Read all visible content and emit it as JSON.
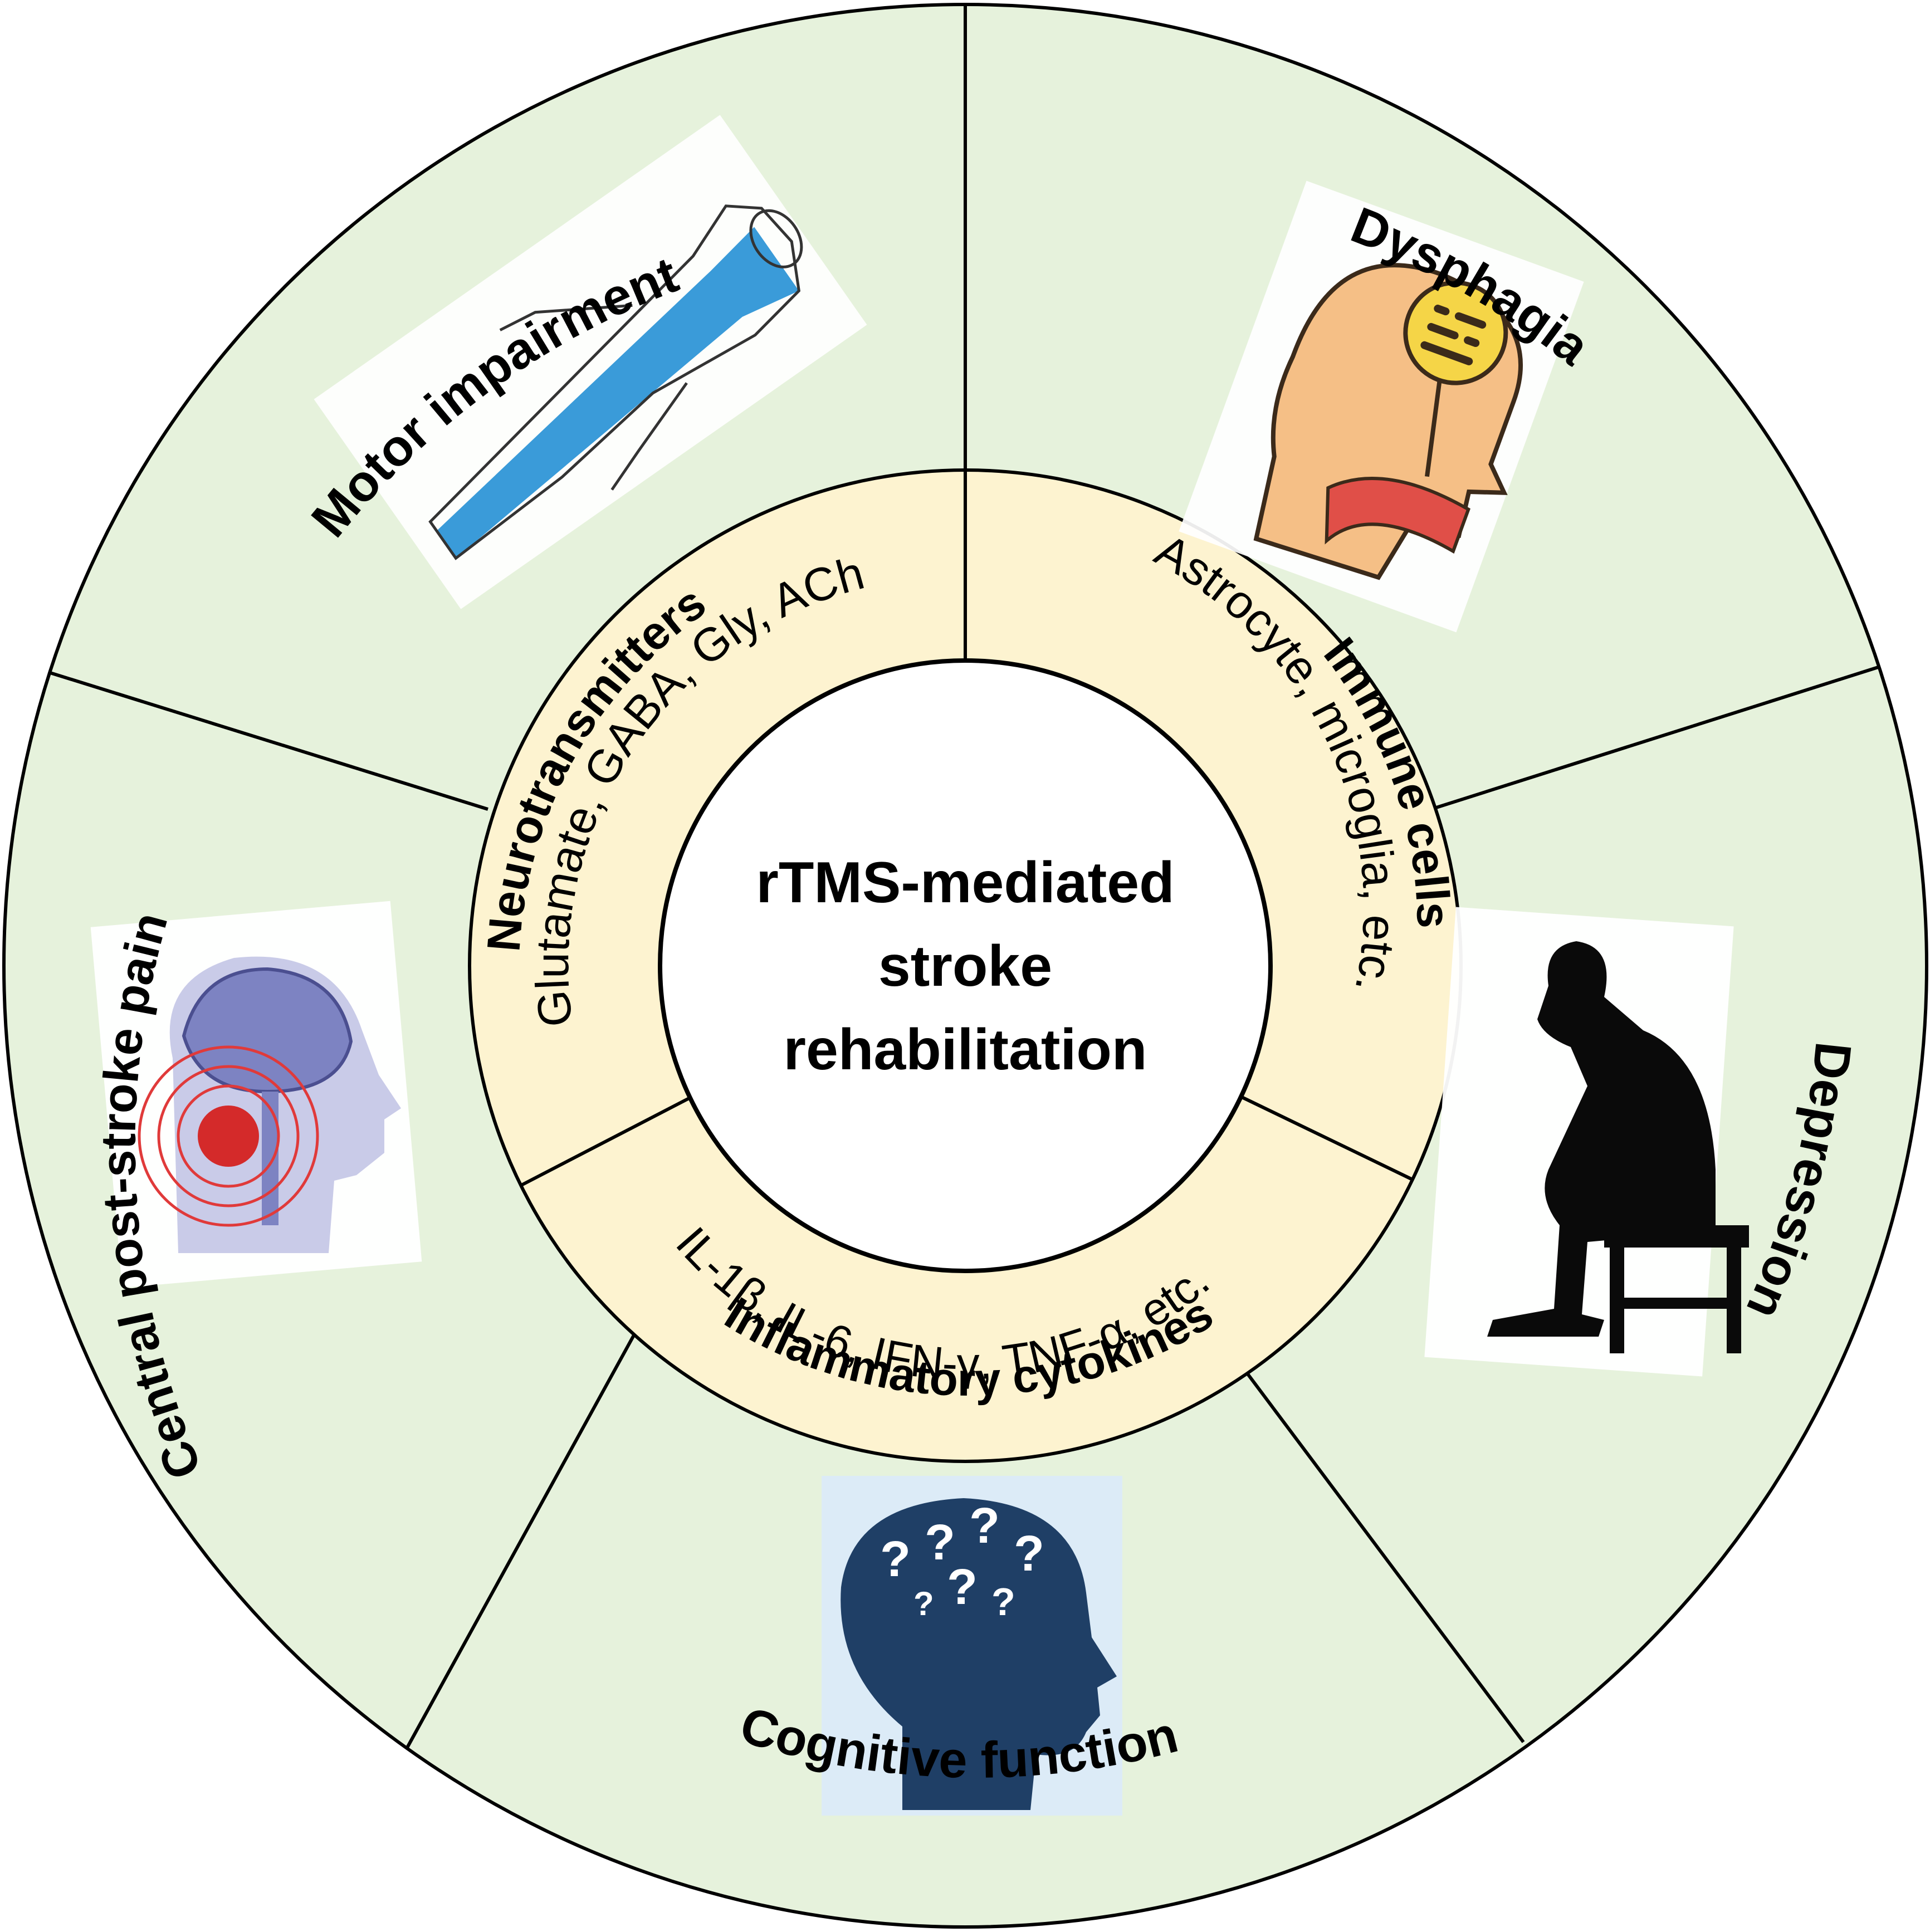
{
  "center": {
    "line1": "rTMS-mediated",
    "line2": "stroke",
    "line3": "rehabilitation"
  },
  "inner_ring": {
    "neurotransmitters_title": "Neurotransmitters",
    "neurotransmitters_items": "Glutamate, GABA, Gly, ACh",
    "immune_title": "Immune cells",
    "immune_items": "Astrocyte, microglia, etc.",
    "cytokines_items": "IL-1β, IL-6, IFN-γ, TNF-α, etc.",
    "cytokines_title": "Inflammatory cytokines"
  },
  "outer_ring": {
    "motor": "Motor impairment",
    "dysphagia": "Dysphagia",
    "depression": "Depression",
    "cognitive": "Cognitive function",
    "pain": "Central post-stroke pain"
  },
  "icons": {
    "motor": "body-outline-icon",
    "dysphagia": "head-swallowing-icon",
    "depression": "sad-person-sitting-icon",
    "cognitive": "head-question-marks-icon",
    "pain": "brain-pain-icon"
  },
  "colors": {
    "outer_ring": "#e6f2dc",
    "inner_ring": "#fdf3d0",
    "center": "#ffffff",
    "divider": "#000000"
  }
}
